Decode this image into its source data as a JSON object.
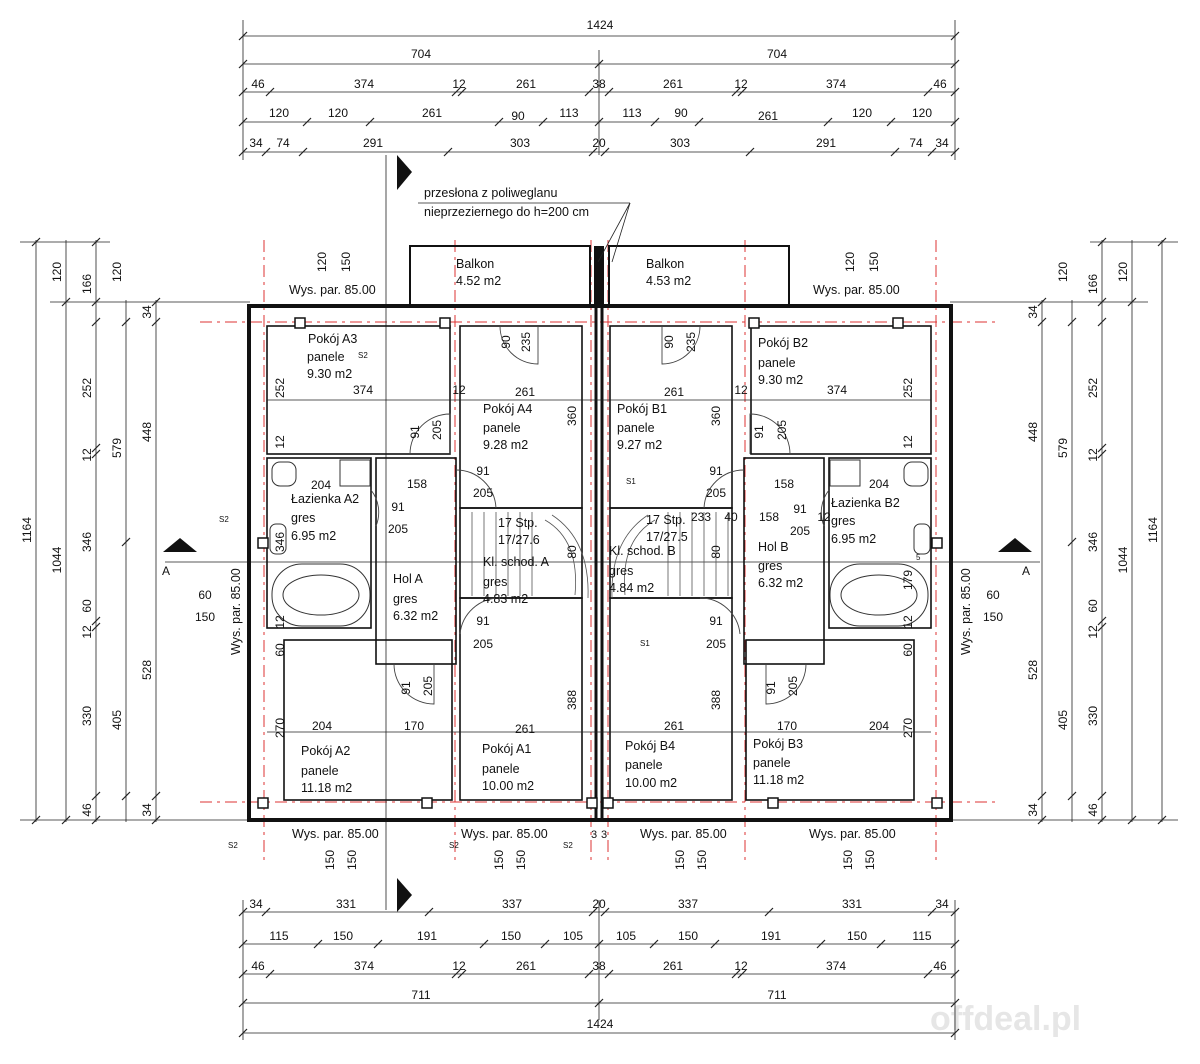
{
  "top_dims": {
    "row1": [
      "1424"
    ],
    "row2": [
      "704",
      "704"
    ],
    "row3": [
      "46",
      "374",
      "12",
      "261",
      "38",
      "261",
      "12",
      "374",
      "46"
    ],
    "row4": [
      "120",
      "120",
      "261",
      "90",
      "113",
      "113",
      "90",
      "261",
      "120",
      "120"
    ],
    "row5": [
      "34",
      "74",
      "291",
      "303",
      "20",
      "303",
      "291",
      "74",
      "34"
    ]
  },
  "bottom_dims": {
    "row1": [
      "34",
      "331",
      "337",
      "20",
      "337",
      "331",
      "34"
    ],
    "row2": [
      "115",
      "150",
      "191",
      "150",
      "105",
      "105",
      "150",
      "191",
      "150",
      "115"
    ],
    "row3": [
      "46",
      "374",
      "12",
      "261",
      "38",
      "261",
      "12",
      "374",
      "46"
    ],
    "row4": [
      "711",
      "711"
    ],
    "row5": [
      "1424"
    ]
  },
  "left_dims": {
    "outer": [
      "1164"
    ],
    "second": [
      "1044"
    ],
    "third": [
      "120",
      "579",
      "346",
      "528",
      "46"
    ],
    "fourth": [
      "166",
      "252",
      "12",
      "60",
      "12",
      "330"
    ],
    "fifth": [
      "120",
      "448",
      "405"
    ],
    "sixth": [
      "34",
      "34"
    ]
  },
  "right_dims": {
    "outer": [
      "1164"
    ],
    "second": [
      "1044"
    ],
    "third": [
      "120",
      "579",
      "346",
      "528",
      "46"
    ],
    "fourth": [
      "166",
      "252",
      "12",
      "60",
      "12",
      "330"
    ],
    "fifth": [
      "120",
      "448",
      "405"
    ],
    "sixth": [
      "34",
      "34"
    ]
  },
  "annotation": {
    "line1": "przesłona z poliweglanu",
    "line2": "nieprzeziernego do h=200 cm"
  },
  "rooms": [
    {
      "key": "balkon-a",
      "name": "Balkon",
      "area": "4.52 m2"
    },
    {
      "key": "balkon-b",
      "name": "Balkon",
      "area": "4.53 m2"
    },
    {
      "key": "pokoj-a3",
      "name": "Pokój A3",
      "finish": "panele",
      "area": "9.30 m2"
    },
    {
      "key": "pokoj-a4",
      "name": "Pokój A4",
      "finish": "panele",
      "area": "9.28 m2"
    },
    {
      "key": "pokoj-b1",
      "name": "Pokój B1",
      "finish": "panele",
      "area": "9.27 m2"
    },
    {
      "key": "pokoj-b2",
      "name": "Pokój B2",
      "finish": "panele",
      "area": "9.30 m2"
    },
    {
      "key": "lazienka-a2",
      "name": "Łazienka A2",
      "finish": "gres",
      "area": "6.95 m2"
    },
    {
      "key": "lazienka-b2",
      "name": "Łazienka B2",
      "finish": "gres",
      "area": "6.95 m2"
    },
    {
      "key": "hol-a",
      "name": "Hol A",
      "finish": "gres",
      "area": "6.32 m2"
    },
    {
      "key": "hol-b",
      "name": "Hol B",
      "finish": "gres",
      "area": "6.32 m2"
    },
    {
      "key": "kl-schod-a",
      "name": "Kl. schod. A",
      "finish": "gres",
      "area": "4.83 m2"
    },
    {
      "key": "kl-schod-b",
      "name": "Kl. schod. B",
      "finish": "gres",
      "area": "4.84 m2"
    },
    {
      "key": "pokoj-a2",
      "name": "Pokój A2",
      "finish": "panele",
      "area": "11.18 m2"
    },
    {
      "key": "pokoj-a1",
      "name": "Pokój A1",
      "finish": "panele",
      "area": "10.00 m2"
    },
    {
      "key": "pokoj-b4",
      "name": "Pokój B4",
      "finish": "panele",
      "area": "10.00 m2"
    },
    {
      "key": "pokoj-b3",
      "name": "Pokój B3",
      "finish": "panele",
      "area": "11.18 m2"
    }
  ],
  "stairs": {
    "a": "17 Stp.",
    "a2": "17/27.6",
    "b": "17 Stp.",
    "b2": "17/27.5"
  },
  "sill_label": "Wys. par. 85.00",
  "section_marks": {
    "left": "A",
    "right": "A",
    "s1": "S1",
    "s2": "S2"
  },
  "interior_dims": {
    "d252": "252",
    "d374": "374",
    "d12": "12",
    "d261": "261",
    "d360": "360",
    "d91": "91",
    "d205": "205",
    "d158": "158",
    "d204": "204",
    "d235": "235",
    "d90": "90",
    "d346": "346",
    "d60": "60",
    "d150": "150",
    "d270": "270",
    "d170": "170",
    "d388": "388",
    "d233": "233",
    "d40": "40",
    "d179": "179",
    "d120": "120",
    "d80": "80",
    "d5": "5",
    "d3": "3"
  },
  "watermark": "offdeal.pl",
  "colors": {
    "line": "#111111",
    "axis": "#dd3333",
    "watermark": "#e6e6e6"
  }
}
